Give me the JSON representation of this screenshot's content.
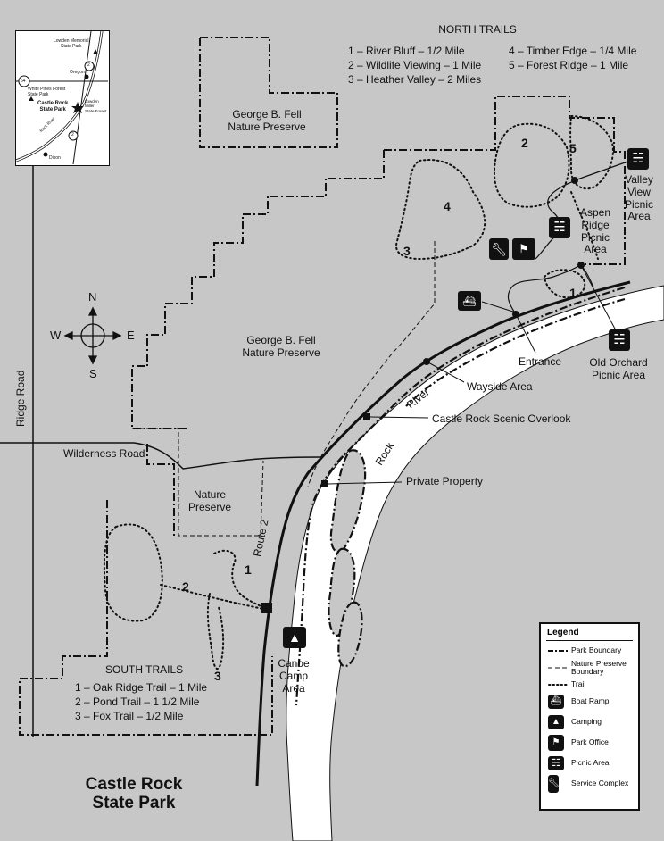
{
  "map": {
    "title_line1": "Castle Rock",
    "title_line2": "State Park",
    "north_trails": {
      "heading": "NORTH TRAILS",
      "items": [
        "1 – River Bluff – 1/2 Mile",
        "2 – Wildlife Viewing – 1 Mile",
        "3 – Heather Valley – 2 Miles",
        "4 – Timber Edge – 1/4 Mile",
        "5 – Forest Ridge – 1 Mile"
      ]
    },
    "south_trails": {
      "heading": "SOUTH TRAILS",
      "items": [
        "1 – Oak Ridge Trail – 1 Mile",
        "2 – Pond Trail – 1 1/2 Mile",
        "3 – Fox Trail – 1/2 Mile"
      ]
    },
    "places": {
      "fell_north_1": "George B. Fell",
      "fell_north_2": "Nature Preserve",
      "fell_mid_1": "George B. Fell",
      "fell_mid_2": "Nature Preserve",
      "np_1": "Nature",
      "np_2": "Preserve",
      "ridge_road": "Ridge Road",
      "wilderness_road": "Wilderness Road",
      "route2": "Route 2",
      "river_word1": "River",
      "river_word2": "Rock",
      "entrance": "Entrance",
      "wayside": "Wayside Area",
      "overlook": "Castle Rock Scenic Overlook",
      "private": "Private Property",
      "aspen_1": "Aspen",
      "aspen_2": "Ridge",
      "aspen_3": "Picnic",
      "aspen_4": "Area",
      "valley_1": "Valley",
      "valley_2": "View",
      "valley_3": "Picnic",
      "valley_4": "Area",
      "orchard_1": "Old Orchard",
      "orchard_2": "Picnic Area",
      "canoe_1": "Canoe",
      "canoe_2": "Camp",
      "canoe_3": "Area"
    },
    "trail_numbers": {
      "n1": "1",
      "n2": "2",
      "n3": "3",
      "n4": "4",
      "n5": "5",
      "s1": "1",
      "s2": "2",
      "s3": "3"
    },
    "compass": {
      "n": "N",
      "s": "S",
      "e": "E",
      "w": "W"
    },
    "inset": {
      "park_line1": "Castle Rock",
      "park_line2": "State Park",
      "memorial_1": "Lowden Memorial",
      "memorial_2": "State Park",
      "oregon": "Oregon",
      "white_pines_1": "White Pines Forest",
      "white_pines_2": "State Park",
      "lowden_miller_1": "Lowden Miller",
      "lowden_miller_2": "State Forest",
      "dixon": "Dixon",
      "route64": "64",
      "route2a": "2",
      "route2b": "2",
      "river": "Rock River"
    },
    "legend": {
      "title": "Legend",
      "items": [
        "Park Boundary",
        "Nature Preserve Boundary",
        "Trail",
        "Boat Ramp",
        "Camping",
        "Park Office",
        "Picnic Area",
        "Service Complex"
      ]
    },
    "colors": {
      "land": "#c7c7c7",
      "water": "#ffffff",
      "ink": "#111111"
    }
  }
}
